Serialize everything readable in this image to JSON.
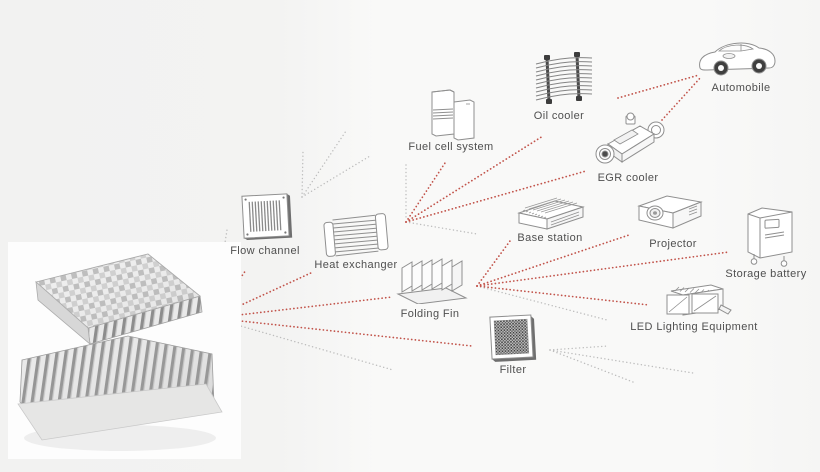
{
  "diagram": {
    "description_nodes": "product application diagram",
    "nodes": {
      "flow_channel": {
        "label": "Flow channel"
      },
      "heat_exchanger": {
        "label": "Heat exchanger"
      },
      "fuel_cell": {
        "label": "Fuel cell system"
      },
      "oil_cooler": {
        "label": "Oil cooler"
      },
      "egr_cooler": {
        "label": "EGR cooler"
      },
      "automobile": {
        "label": "Automobile"
      },
      "base_station": {
        "label": "Base station"
      },
      "projector": {
        "label": "Projector"
      },
      "storage_battery": {
        "label": "Storage battery"
      },
      "folding_fin": {
        "label": "Folding Fin"
      },
      "led_lighting": {
        "label": "LED Lighting Equipment"
      },
      "filter": {
        "label": "Filter"
      }
    },
    "colors": {
      "red_line": "#c2544b",
      "gray_line": "#bdbdbd",
      "label_text": "#4f4f4f",
      "icon_stroke": "#8f8f8f",
      "background": "#f5f5f4"
    },
    "connectors": {
      "red": [
        [
          213,
          318,
          246,
          270
        ],
        [
          213,
          318,
          313,
          272
        ],
        [
          213,
          318,
          392,
          297
        ],
        [
          213,
          318,
          472,
          346
        ],
        [
          406,
          222,
          445,
          163
        ],
        [
          406,
          222,
          543,
          136
        ],
        [
          406,
          222,
          586,
          171
        ],
        [
          618,
          98,
          699,
          75
        ],
        [
          662,
          120,
          701,
          77
        ],
        [
          477,
          286,
          510,
          241
        ],
        [
          477,
          286,
          629,
          235
        ],
        [
          477,
          286,
          729,
          252
        ],
        [
          477,
          286,
          649,
          305
        ]
      ],
      "gray": [
        [
          213,
          318,
          227,
          230
        ],
        [
          213,
          318,
          393,
          370
        ],
        [
          406,
          165,
          406,
          219
        ],
        [
          406,
          222,
          477,
          234
        ],
        [
          302,
          197,
          303,
          151
        ],
        [
          302,
          197,
          346,
          131
        ],
        [
          302,
          197,
          370,
          156
        ],
        [
          477,
          286,
          607,
          320
        ],
        [
          550,
          350,
          608,
          346
        ],
        [
          550,
          350,
          693,
          373
        ],
        [
          550,
          350,
          633,
          382
        ]
      ]
    }
  }
}
